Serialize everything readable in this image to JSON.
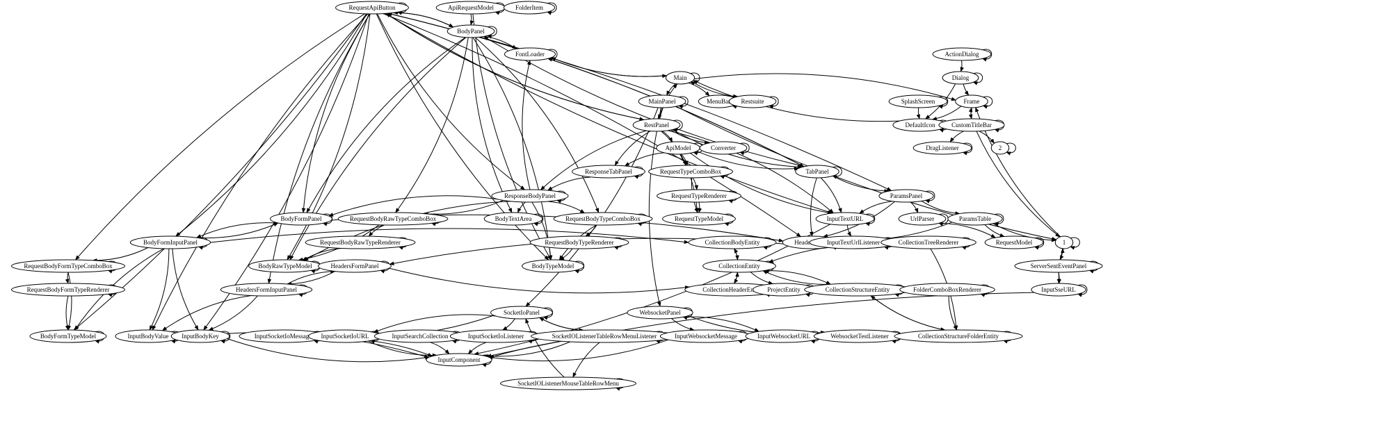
{
  "nodes": {
    "RequestApiButton": "RequestApiButton",
    "ApiRequestModel": "ApiRequestModel",
    "FolderItem": "FolderItem",
    "BodyPanel": "BodyPanel",
    "FontLoader": "FontLoader",
    "Main": "Main",
    "MainPanel": "MainPanel",
    "MenuBar": "MenuBar",
    "Restsuite": "Restsuite",
    "RestPanel": "RestPanel",
    "Converter": "Converter",
    "ApiModel": "ApiModel",
    "ResponseTabPanel": "ResponseTabPanel",
    "RequestTypeComboBox": "RequestTypeComboBox",
    "RequestTypeRenderer": "RequestTypeRenderer",
    "RequestTypeModel": "RequestTypeModel",
    "TabPanel": "TabPanel",
    "ActionDialog": "ActionDialog",
    "Dialog": "Dialog",
    "SplashScreen": "SplashScreen",
    "Frame": "Frame",
    "DefaultIcon": "DefaultIcon",
    "CustomTitleBar": "CustomTitleBar",
    "DragListener": "DragListener",
    "n2": "2",
    "ResponseBodyPanel": "ResponseBodyPanel",
    "BodyFormPanel": "BodyFormPanel",
    "RequestBodyRawTypeComboBox": "RequestBodyRawTypeComboBox",
    "BodyTextArea": "BodyTextArea",
    "RequestBodyTypeComboBox": "RequestBodyTypeComboBox",
    "ParamsPanel": "ParamsPanel",
    "InputTextURL": "InputTextURL",
    "UrlParser": "UrlParser",
    "ParamsTable": "ParamsTable",
    "BodyFormInputPanel": "BodyFormInputPanel",
    "RequestBodyRawTypeRenderer": "RequestBodyRawTypeRenderer",
    "RequestBodyTypeRenderer": "RequestBodyTypeRenderer",
    "CollectionBodyEntity": "CollectionBodyEntity",
    "HeadersPanel": "HeadersPanel",
    "InputTextUrlListener": "InputTextUrlListener",
    "CollectionTreeRenderer": "CollectionTreeRenderer",
    "RequestModel": "RequestModel",
    "n1": "1",
    "RequestBodyFormTypeComboBox": "RequestBodyFormTypeComboBox",
    "BodyRawTypeModel": "BodyRawTypeModel",
    "HeadersFormPanel": "HeadersFormPanel",
    "BodyTypeModel": "BodyTypeModel",
    "CollectionEntity": "CollectionEntity",
    "ServerSentEventPanel": "ServerSentEventPanel",
    "RequestBodyFormTypeRenderer": "RequestBodyFormTypeRenderer",
    "HeadersFormInputPanel": "HeadersFormInputPanel",
    "CollectionHeaderEntity": "CollectionHeaderEntity",
    "ProjectEntity": "ProjectEntity",
    "CollectionStructureEntity": "CollectionStructureEntity",
    "FolderComboBoxRenderer": "FolderComboBoxRenderer",
    "InputSseURL": "InputSseURL",
    "SocketIoPanel": "SocketIoPanel",
    "WebsocketPanel": "WebsocketPanel",
    "BodyFormTypeModel": "BodyFormTypeModel",
    "InputBodyValue": "InputBodyValue",
    "InputBodyKey": "InputBodyKey",
    "InputSocketIoMessage": "InputSocketIoMessage",
    "InputSocketIoURL": "InputSocketIoURL",
    "InputSearchCollection": "InputSearchCollection",
    "InputSocketIoListener": "InputSocketIoListener",
    "SocketIOListenerTableRowMenuListener": "SocketIOListenerTableRowMenuListener",
    "InputWebsocketMessage": "InputWebsocketMessage",
    "InputWebsocketURL": "InputWebsocketURL",
    "WebsocketTestListener": "WebsocketTestListener",
    "CollectionStructureFolderEntity": "CollectionStructureFolderEntity",
    "InputComponent": "InputComponent",
    "SocketIOListenerMouseTableRowMenu": "SocketIOListenerMouseTableRowMenu"
  },
  "edges": [
    [
      "RequestApiButton",
      "BodyPanel"
    ],
    [
      "RequestApiButton",
      "RestPanel"
    ],
    [
      "RequestApiButton",
      "TabPanel"
    ],
    [
      "RequestApiButton",
      "InputTextURL"
    ],
    [
      "RequestApiButton",
      "ParamsPanel"
    ],
    [
      "RequestApiButton",
      "BodyFormPanel"
    ],
    [
      "RequestApiButton",
      "BodyFormInputPanel"
    ],
    [
      "RequestApiButton",
      "RequestBodyFormTypeComboBox"
    ],
    [
      "RequestApiButton",
      "BodyFormTypeModel"
    ],
    [
      "RequestApiButton",
      "InputBodyValue"
    ],
    [
      "RequestApiButton",
      "InputBodyKey"
    ],
    [
      "RequestApiButton",
      "HeadersFormInputPanel"
    ],
    [
      "RequestApiButton",
      "BodyRawTypeModel"
    ],
    [
      "RequestApiButton",
      "ResponseBodyPanel"
    ],
    [
      "RequestApiButton",
      "HeadersPanel"
    ],
    [
      "RequestApiButton",
      "BodyTypeModel"
    ],
    [
      "ApiRequestModel",
      "BodyPanel"
    ],
    [
      "ApiRequestModel",
      "BodyTypeModel"
    ],
    [
      "BodyPanel",
      "FontLoader"
    ],
    [
      "BodyPanel",
      "BodyFormPanel"
    ],
    [
      "BodyPanel",
      "RequestBodyRawTypeComboBox"
    ],
    [
      "BodyPanel",
      "BodyTextArea"
    ],
    [
      "BodyPanel",
      "RequestBodyTypeComboBox"
    ],
    [
      "BodyPanel",
      "BodyRawTypeModel"
    ],
    [
      "BodyPanel",
      "BodyTypeModel"
    ],
    [
      "BodyPanel",
      "RequestApiButton"
    ],
    [
      "Main",
      "FontLoader"
    ],
    [
      "Main",
      "MainPanel"
    ],
    [
      "Main",
      "MenuBar"
    ],
    [
      "Main",
      "Restsuite"
    ],
    [
      "Main",
      "Frame"
    ],
    [
      "FontLoader",
      "Main"
    ],
    [
      "MainPanel",
      "RestPanel"
    ],
    [
      "MainPanel",
      "WebsocketPanel"
    ],
    [
      "MainPanel",
      "SocketIoPanel"
    ],
    [
      "MainPanel",
      "n1"
    ],
    [
      "RestPanel",
      "Main"
    ],
    [
      "RestPanel",
      "Converter"
    ],
    [
      "RestPanel",
      "ApiModel"
    ],
    [
      "RestPanel",
      "ResponseTabPanel"
    ],
    [
      "RestPanel",
      "RequestTypeComboBox"
    ],
    [
      "RestPanel",
      "TabPanel"
    ],
    [
      "RestPanel",
      "InputTextURL"
    ],
    [
      "RestPanel",
      "ResponseBodyPanel"
    ],
    [
      "RestPanel",
      "RequestApiButton"
    ],
    [
      "ApiModel",
      "ResponseTabPanel"
    ],
    [
      "ApiModel",
      "RequestTypeComboBox"
    ],
    [
      "ApiModel",
      "TabPanel"
    ],
    [
      "ApiModel",
      "RequestTypeModel"
    ],
    [
      "ApiModel",
      "InputTextURL"
    ],
    [
      "RequestTypeComboBox",
      "RequestTypeRenderer"
    ],
    [
      "RequestTypeComboBox",
      "RequestTypeModel"
    ],
    [
      "RequestTypeRenderer",
      "RequestTypeModel"
    ],
    [
      "TabPanel",
      "ParamsPanel"
    ],
    [
      "TabPanel",
      "InputTextURL"
    ],
    [
      "TabPanel",
      "HeadersPanel"
    ],
    [
      "TabPanel",
      "BodyPanel"
    ],
    [
      "TabPanel",
      "RequestApiButton"
    ],
    [
      "ActionDialog",
      "Dialog"
    ],
    [
      "Dialog",
      "Frame"
    ],
    [
      "Dialog",
      "DefaultIcon"
    ],
    [
      "SplashScreen",
      "DefaultIcon"
    ],
    [
      "Frame",
      "DefaultIcon"
    ],
    [
      "Frame",
      "CustomTitleBar"
    ],
    [
      "CustomTitleBar",
      "Frame"
    ],
    [
      "CustomTitleBar",
      "DragListener"
    ],
    [
      "CustomTitleBar",
      "n2"
    ],
    [
      "CustomTitleBar",
      "n1"
    ],
    [
      "DefaultIcon",
      "Main"
    ],
    [
      "ResponseTabPanel",
      "ResponseBodyPanel"
    ],
    [
      "ResponseBodyPanel",
      "FontLoader"
    ],
    [
      "ResponseBodyPanel",
      "BodyFormPanel"
    ],
    [
      "ResponseBodyPanel",
      "RequestBodyRawTypeComboBox"
    ],
    [
      "ResponseBodyPanel",
      "BodyTextArea"
    ],
    [
      "ResponseBodyPanel",
      "RequestBodyTypeComboBox"
    ],
    [
      "ResponseBodyPanel",
      "BodyRawTypeModel"
    ],
    [
      "ResponseBodyPanel",
      "BodyTypeModel"
    ],
    [
      "BodyFormPanel",
      "BodyFormInputPanel"
    ],
    [
      "BodyFormPanel",
      "HeadersPanel"
    ],
    [
      "BodyFormInputPanel",
      "BodyFormPanel"
    ],
    [
      "BodyFormInputPanel",
      "RequestBodyFormTypeComboBox"
    ],
    [
      "BodyFormInputPanel",
      "BodyFormTypeModel"
    ],
    [
      "BodyFormInputPanel",
      "InputBodyValue"
    ],
    [
      "BodyFormInputPanel",
      "InputBodyKey"
    ],
    [
      "BodyFormInputPanel",
      "CollectionBodyEntity"
    ],
    [
      "RequestBodyRawTypeComboBox",
      "RequestBodyRawTypeRenderer"
    ],
    [
      "RequestBodyRawTypeComboBox",
      "BodyRawTypeModel"
    ],
    [
      "RequestBodyRawTypeRenderer",
      "BodyRawTypeModel"
    ],
    [
      "RequestBodyTypeComboBox",
      "RequestBodyTypeRenderer"
    ],
    [
      "RequestBodyTypeComboBox",
      "BodyTypeModel"
    ],
    [
      "RequestBodyTypeRenderer",
      "BodyTypeModel"
    ],
    [
      "ParamsPanel",
      "InputTextURL"
    ],
    [
      "ParamsPanel",
      "UrlParser"
    ],
    [
      "ParamsPanel",
      "ParamsTable"
    ],
    [
      "ParamsPanel",
      "HeadersPanel"
    ],
    [
      "ParamsTable",
      "RequestModel"
    ],
    [
      "ParamsTable",
      "HeadersPanel"
    ],
    [
      "ParamsTable",
      "n1"
    ],
    [
      "UrlParser",
      "RequestModel"
    ],
    [
      "InputTextURL",
      "InputTextUrlListener"
    ],
    [
      "InputTextURL",
      "InputComponent"
    ],
    [
      "HeadersPanel",
      "HeadersFormPanel"
    ],
    [
      "HeadersFormPanel",
      "HeadersFormInputPanel"
    ],
    [
      "HeadersFormPanel",
      "CollectionHeaderEntity"
    ],
    [
      "HeadersFormInputPanel",
      "HeadersFormPanel"
    ],
    [
      "HeadersFormInputPanel",
      "InputBodyValue"
    ],
    [
      "HeadersFormInputPanel",
      "InputBodyKey"
    ],
    [
      "RequestBodyFormTypeComboBox",
      "RequestBodyFormTypeRenderer"
    ],
    [
      "RequestBodyFormTypeComboBox",
      "BodyFormTypeModel"
    ],
    [
      "RequestBodyFormTypeRenderer",
      "BodyFormTypeModel"
    ],
    [
      "CollectionBodyEntity",
      "CollectionEntity"
    ],
    [
      "CollectionEntity",
      "CollectionBodyEntity"
    ],
    [
      "CollectionEntity",
      "CollectionHeaderEntity"
    ],
    [
      "CollectionEntity",
      "ProjectEntity"
    ],
    [
      "CollectionEntity",
      "CollectionStructureEntity"
    ],
    [
      "CollectionHeaderEntity",
      "CollectionEntity"
    ],
    [
      "CollectionStructureEntity",
      "CollectionEntity"
    ],
    [
      "CollectionStructureEntity",
      "CollectionStructureFolderEntity"
    ],
    [
      "CollectionStructureFolderEntity",
      "CollectionStructureEntity"
    ],
    [
      "CollectionTreeRenderer",
      "CollectionEntity"
    ],
    [
      "CollectionTreeRenderer",
      "CollectionStructureFolderEntity"
    ],
    [
      "FolderComboBoxRenderer",
      "CollectionStructureFolderEntity"
    ],
    [
      "n1",
      "ServerSentEventPanel"
    ],
    [
      "n1",
      "InputSseURL"
    ],
    [
      "n1",
      "Frame"
    ],
    [
      "ServerSentEventPanel",
      "n1"
    ],
    [
      "ServerSentEventPanel",
      "InputSseURL"
    ],
    [
      "InputSseURL",
      "InputComponent"
    ],
    [
      "SocketIoPanel",
      "InputSocketIoMessage"
    ],
    [
      "SocketIoPanel",
      "InputSocketIoURL"
    ],
    [
      "SocketIoPanel",
      "InputSocketIoListener"
    ],
    [
      "SocketIoPanel",
      "SocketIOListenerTableRowMenuListener"
    ],
    [
      "SocketIOListenerTableRowMenuListener",
      "SocketIoPanel"
    ],
    [
      "SocketIOListenerTableRowMenuListener",
      "SocketIOListenerMouseTableRowMenu"
    ],
    [
      "SocketIOListenerMouseTableRowMenu",
      "SocketIoPanel"
    ],
    [
      "WebsocketPanel",
      "InputWebsocketMessage"
    ],
    [
      "WebsocketPanel",
      "InputWebsocketURL"
    ],
    [
      "WebsocketPanel",
      "WebsocketTestListener"
    ],
    [
      "InputBodyValue",
      "InputComponent"
    ],
    [
      "InputBodyKey",
      "InputComponent"
    ],
    [
      "InputSocketIoMessage",
      "InputComponent"
    ],
    [
      "InputSocketIoURL",
      "InputComponent"
    ],
    [
      "InputSearchCollection",
      "InputComponent"
    ],
    [
      "InputSocketIoListener",
      "InputComponent"
    ],
    [
      "InputWebsocketMessage",
      "InputComponent"
    ],
    [
      "InputWebsocketURL",
      "InputComponent"
    ],
    [
      "SocketIOListenerTableRowMenuListener",
      "InputComponent"
    ]
  ]
}
